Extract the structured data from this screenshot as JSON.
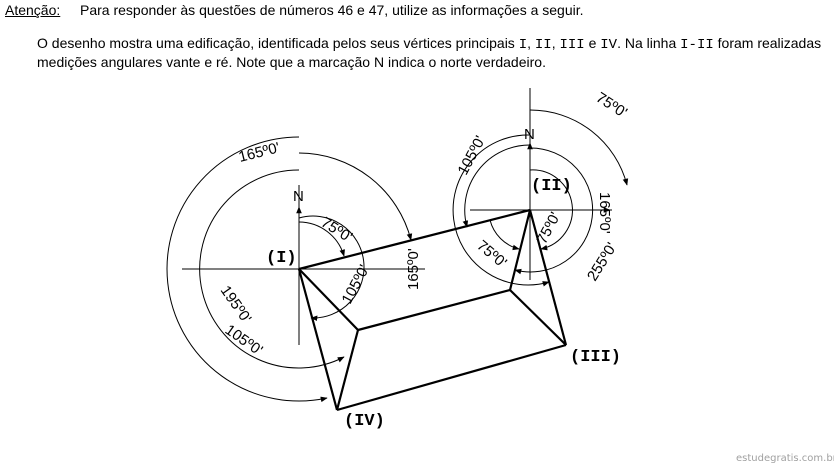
{
  "header": {
    "attention": "Atenção:",
    "intro": "Para responder às questões de números 46 e 47, utilize as informações a seguir."
  },
  "paragraph": {
    "t1": "O desenho mostra uma edificação, identificada pelos seus vértices principais ",
    "v1": "I",
    "c1": ", ",
    "v2": "II",
    "c2": ", ",
    "v3": "III",
    "c3": " e ",
    "v4": "IV",
    "t2": ". Na linha ",
    "line": "I-II",
    "t3": " foram realizadas medições angulares vante e ré. Note que a marcação N indica o norte verdadeiro."
  },
  "diagram": {
    "vertices": {
      "I": "(I)",
      "II": "(II)",
      "III": "(III)",
      "IV": "(IV)"
    },
    "north": "N",
    "angles": {
      "i_165_top": "165º0'",
      "i_75": "75º0'",
      "i_165_right": "165º0'",
      "i_105": "105º0'",
      "i_195": "195º0'",
      "i_105_bottom": "105º0'",
      "ii_75_top": "75º0'",
      "ii_105": "105º0'",
      "ii_165": "165º0'",
      "ii_75_left": "75º0'",
      "ii_75_right": "75º0'",
      "ii_255": "255º0'"
    }
  },
  "watermark": "estudegratis.com.br"
}
